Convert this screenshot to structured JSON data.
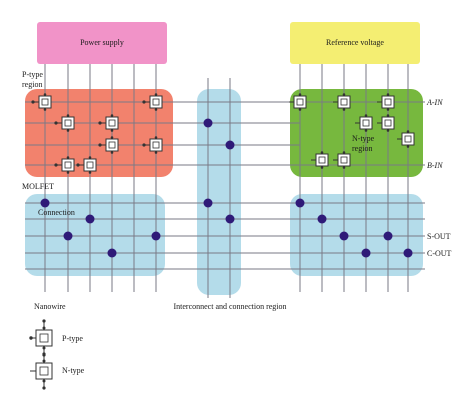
{
  "labels": {
    "power_supply": "Power supply",
    "reference_voltage": "Reference voltage",
    "p_type_region_line1": "P-type",
    "p_type_region_line2": "region",
    "n_type_region_line1": "N-type",
    "n_type_region_line2": "region",
    "molfet": "MOLFET",
    "connection": "Connection",
    "a_in": "A-IN",
    "b_in": "B-IN",
    "s_out": "S-OUT",
    "c_out": "C-OUT",
    "nanowire": "Nanowire",
    "interconnect": "Interconnect and connection region",
    "legend_p": "P-type",
    "legend_n": "N-type"
  },
  "colors": {
    "power_supply": "#f193c8",
    "reference_voltage": "#f4ee72",
    "p_region": "#f2826d",
    "n_region": "#77b83e",
    "connection_region": "#b4dcea",
    "junction_dot": "#2f1a78",
    "wire": "#7a7a86"
  },
  "icons": {
    "transistor_p": "p-type-molfet-icon",
    "transistor_n": "n-type-molfet-icon",
    "junction": "junction-dot-icon"
  }
}
